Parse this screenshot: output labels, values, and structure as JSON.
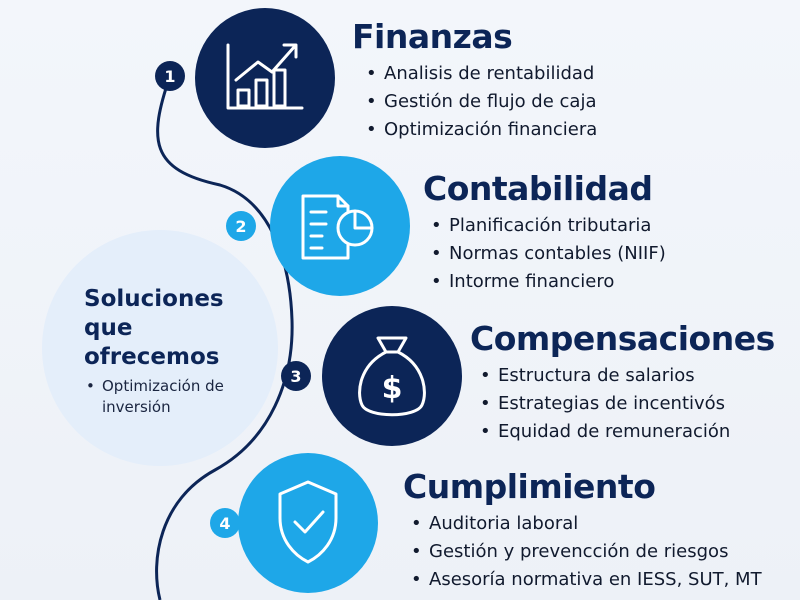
{
  "center": {
    "title": "Soluciones que ofrecemos",
    "bullet": "Optimización de inversión"
  },
  "steps": [
    {
      "number": "1",
      "title": "Finanzas",
      "icon": "chart-growth-icon",
      "color": "#0c2557",
      "bullets": [
        "Analisis de rentabilidad",
        "Gestión de flujo de caja",
        "Optimización financiera"
      ]
    },
    {
      "number": "2",
      "title": "Contabilidad",
      "icon": "document-pie-icon",
      "color": "#1ea7e8",
      "bullets": [
        "Planificación tributaria",
        "Normas contables (NIIF)",
        "Intorme financiero"
      ]
    },
    {
      "number": "3",
      "title": "Compensaciones",
      "icon": "money-bag-icon",
      "color": "#0c2557",
      "bullets": [
        "Estructura de salarios",
        "Estrategias de incentivós",
        "Equidad de remuneración"
      ]
    },
    {
      "number": "4",
      "title": "Cumplimiento",
      "icon": "shield-check-icon",
      "color": "#1ea7e8",
      "bullets": [
        "Auditoria laboral",
        "Gestión y prevencción de riesgos",
        "Asesoría normativa en IESS, SUT, MT"
      ]
    }
  ],
  "colors": {
    "navy": "#0c2557",
    "cyan": "#1ea7e8",
    "center_fill": "#e4eefa"
  }
}
